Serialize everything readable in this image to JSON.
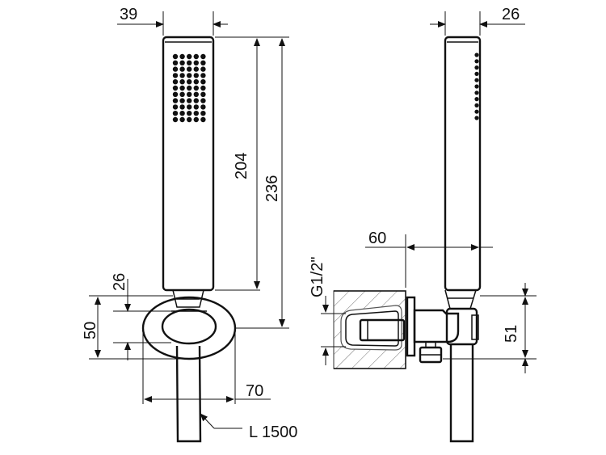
{
  "drawing": {
    "dimensions": {
      "width_front": "39",
      "width_side": "26",
      "height_head": "204",
      "height_total": "236",
      "height_holder_neck": "26",
      "height_holder": "50",
      "width_holder": "70",
      "hose_length": "L 1500",
      "projection": "60",
      "thread": "G1/2\"",
      "height_outlet": "51"
    }
  }
}
